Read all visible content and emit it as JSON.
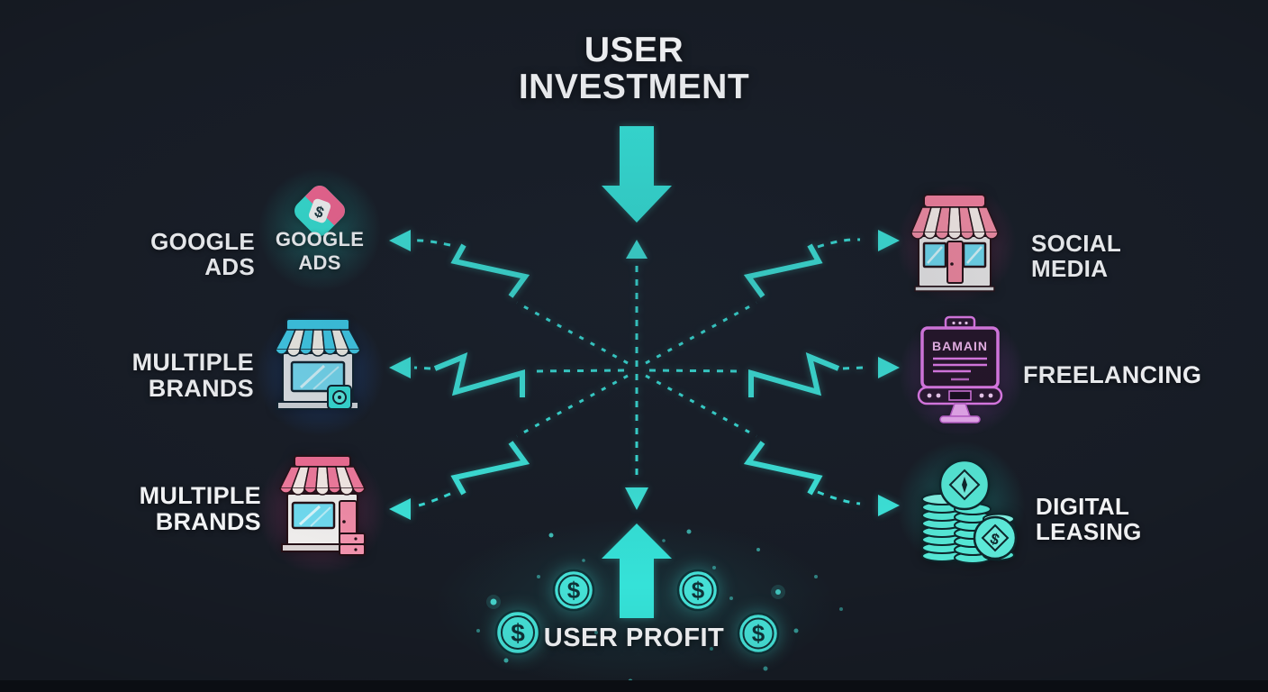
{
  "title": {
    "line1": "USER",
    "line2": "INVESTMENT"
  },
  "profit": {
    "label": "USER PROFIT",
    "coin_symbol": "$"
  },
  "nodes": {
    "google_ads": {
      "label": "GOOGLE ADS",
      "icon_caption_line1": "GOOGLE",
      "icon_caption_line2": "ADS"
    },
    "multiple_brands_top": {
      "line1": "MULTIPLE",
      "line2": "BRANDS"
    },
    "multiple_brands_bottom": {
      "line1": "MULTIPLE",
      "line2": "BRANDS"
    },
    "social_media": {
      "line1": "SOCIAL",
      "line2": "MEDIA"
    },
    "freelancing": {
      "label": "FREELANCING",
      "screen_text": "BAMAIN"
    },
    "digital_leasing": {
      "line1": "DIGITAL",
      "line2": "LEASING"
    }
  },
  "colors": {
    "background": "#171c25",
    "accent_cyan": "#3ce2d8",
    "accent_pink": "#f06d92",
    "accent_magenta": "#dd7ae6",
    "text": "#f3f4f6"
  }
}
